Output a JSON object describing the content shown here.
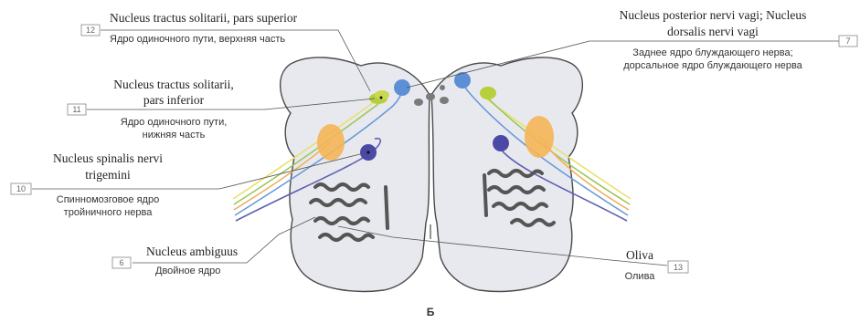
{
  "figure_label": "Б",
  "labels": [
    {
      "id": "12",
      "latin": [
        "Nucleus tractus solitarii, pars superior"
      ],
      "russian": [
        "Ядро одиночного пути, верхняя часть"
      ]
    },
    {
      "id": "11",
      "latin": [
        "Nucleus tractus solitarii,",
        "pars inferior"
      ],
      "russian": [
        "Ядро одиночного пути,",
        "нижняя часть"
      ]
    },
    {
      "id": "10",
      "latin": [
        "Nucleus spinalis nervi",
        "trigemini"
      ],
      "russian": [
        "Спинномозговое ядро",
        "тройничного нерва"
      ]
    },
    {
      "id": "6",
      "latin": [
        "Nucleus ambiguus"
      ],
      "russian": [
        "Двойное ядро"
      ]
    },
    {
      "id": "7",
      "latin": [
        "Nucleus posterior nervi vagi; Nucleus",
        "dorsalis nervi vagi"
      ],
      "russian": [
        "Заднее ядро блуждающего нерва;",
        "дорсальное ядро блуждающего нерва"
      ]
    },
    {
      "id": "13",
      "latin": [
        "Oliva"
      ],
      "russian": [
        "Олива"
      ]
    }
  ],
  "colors": {
    "medulla_fill": "#e8e9ee",
    "medulla_outline": "#4a4a4a",
    "solitary_superior": "#c8d850",
    "solitary_inferior": "#b7cf3a",
    "dorsal_vagal": "#5d8fd6",
    "spinal_trigeminal": "#f5b556",
    "ambiguus": "#4a4aa6",
    "olive": "#555555",
    "fiber_yellow": "#e8e070",
    "fiber_green": "#9cc85a",
    "fiber_blue": "#6a9ad8",
    "fiber_orange": "#f0b060",
    "fiber_purple": "#6060b0"
  }
}
